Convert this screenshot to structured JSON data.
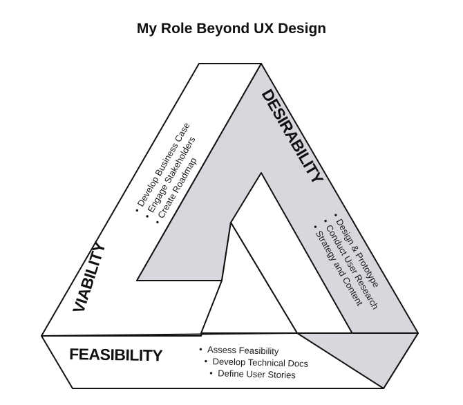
{
  "title": "My Role Beyond UX Design",
  "faces": {
    "viability": {
      "label": "VIABILITY",
      "items": [
        "Develop Business Case",
        "Engage Stakeholders",
        "Create Roadmap"
      ]
    },
    "desirability": {
      "label": "DESIRABILITY",
      "items": [
        "Design & Prototype",
        "Conduct User Research",
        "Strategy and Content"
      ]
    },
    "feasibility": {
      "label": "FEASIBILITY",
      "items": [
        "Assess Feasibility",
        "Develop Technical Docs",
        "Define User Stories"
      ]
    }
  },
  "colors": {
    "face_white": "#ffffff",
    "face_gray": "#d6d8de",
    "outline": "#111111"
  }
}
